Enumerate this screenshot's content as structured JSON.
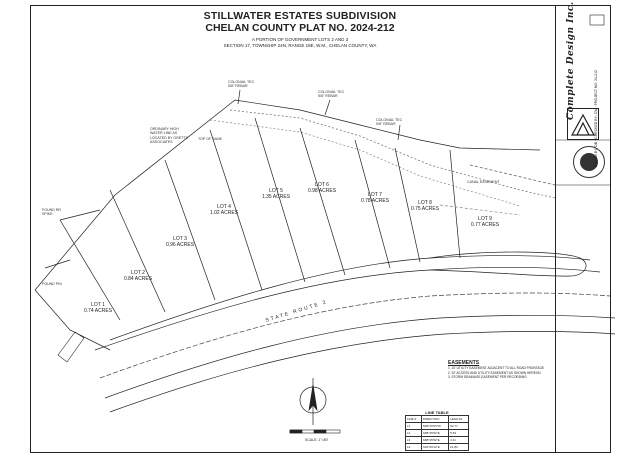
{
  "title": {
    "line1": "STILLWATER ESTATES SUBDIVISION",
    "line2": "CHELAN COUNTY PLAT NO. 2024-212",
    "line3": "A PORTION OF GOVERNMENT LOTS 2 AND 3",
    "line4": "SECTION 17, TOWNSHIP 24N, RANGE 18E, W.M., CHELAN COUNTY, WA"
  },
  "branding": {
    "logo_text": "Complete Design Inc."
  },
  "lots": [
    {
      "name": "LOT 1",
      "acres": "0.74 ACRES"
    },
    {
      "name": "LOT 2",
      "acres": "0.84 ACRES"
    },
    {
      "name": "LOT 3",
      "acres": "0.96 ACRES"
    },
    {
      "name": "LOT 4",
      "acres": "1.02 ACRES"
    },
    {
      "name": "LOT 5",
      "acres": "1.35 ACRES"
    },
    {
      "name": "LOT 6",
      "acres": "0.98 ACRES"
    },
    {
      "name": "LOT 7",
      "acres": "0.78 ACRES"
    },
    {
      "name": "LOT 8",
      "acres": "0.75 ACRES"
    },
    {
      "name": "LOT 9",
      "acres": "0.77 ACRES"
    }
  ],
  "road": {
    "label": "STATE ROUTE 2"
  },
  "easements": {
    "heading": "EASEMENTS",
    "items": [
      "10' UTILITY EASEMENT ADJACENT TO ALL ROAD FRONTAGE",
      "20' ACCESS AND UTILITY EASEMENT AS SHOWN HEREON",
      "STORM DRAINAGE EASEMENT PER RECORDING"
    ]
  },
  "line_table": {
    "caption": "LINE TABLE",
    "headers": [
      "LINE #",
      "DIRECTION",
      "LENGTH"
    ],
    "rows": [
      [
        "L1",
        "N89°15'05\"W",
        "52.77"
      ],
      [
        "L2",
        "S88°45'52\"E",
        "5.53"
      ],
      [
        "L3",
        "S88°45'52\"E",
        "4.11"
      ],
      [
        "L4",
        "S02°09'12\"E",
        "21.83"
      ]
    ]
  },
  "scale": "SCALE: 1\"=80'",
  "notes": [
    "COLONIAL TEC 5/8\" REBAR",
    "COLONIAL TEC 5/8\" REBAR",
    "ORDINARY HIGH WATER LINE AS LOCATED BY GRETTE ASSOCIATES",
    "TOP OF BANK",
    "COLONIAL TEC 5/8\" REBAR",
    "CANAL EASEMENT",
    "FOUND RR SPIKE",
    "FOUND PIN"
  ],
  "sidebar_notes": [
    "DRAWN BY: DB",
    "CHECKED BY: CW",
    "PROJECT NO: 24-212"
  ]
}
